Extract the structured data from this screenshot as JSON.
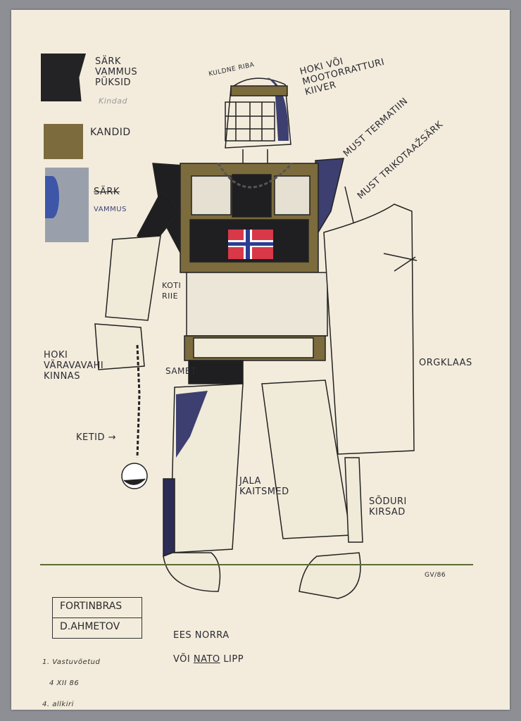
{
  "swatches": {
    "black": "#232325",
    "gold": "#7c6b3c",
    "grey": "#9aa0ab",
    "blue": "#3d56a8"
  },
  "legend": {
    "black_label": "SÄRK\nVAMMUS\nPÜKSID",
    "black_note": "Kindad",
    "gold_label": "KANDID",
    "grey_label_struck": "SÄRK",
    "grey_label": "VAMMUS"
  },
  "annotations": {
    "kuldne_riba": "KULDNE RIBA",
    "helmet": "HOKI VÕI\nMOOTORRATTURI\nKIIVER",
    "must_termatiin": "MUST TERMATIIN",
    "must_trikotaazsark": "MUST TRIKOTAAŽSÄRK",
    "koti_riie": "KOTI\nRIIE",
    "glove": "HOKI\nVÄRAVAVAHI\nKINNAS",
    "samet": "SAMET",
    "ketid": "KETID →",
    "jala_kaitsmed": "JALA\nKAITSMED",
    "soduri_kirsad": "SÕDURI\nKIRSAD",
    "orgklaas": "ORGKLAAS",
    "signature_date": "GV/86"
  },
  "title_box": {
    "character": "FORTINBRAS",
    "actor": "D.AHMETOV"
  },
  "flag_note": {
    "line1": "EES NORRA",
    "line2_prefix": "VÕI",
    "line2_underlined": "NATO",
    "line2_suffix": "LIPP"
  },
  "approval": {
    "line1": "1. Vastuvõetud",
    "line2": "4 XII 86",
    "line3": "4. allkiri"
  }
}
